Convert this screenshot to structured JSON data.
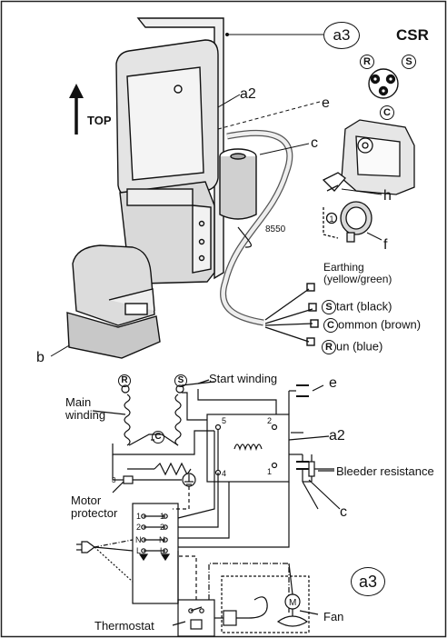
{
  "header": {
    "title": "CSR",
    "top_label": "TOP"
  },
  "callouts": {
    "a3_top": "a3",
    "a2_top": "a2",
    "e_top": "e",
    "c_top": "c",
    "h": "h",
    "f": "f",
    "b": "b",
    "number_8550": "8550",
    "a3_bottom": "a3"
  },
  "terminal_letters": {
    "r": "R",
    "s": "S",
    "c": "C"
  },
  "cable_legend": {
    "earthing_line1": "Earthing",
    "earthing_line2": "(yellow/green)",
    "start": "tart (black)",
    "common": "ommon (brown)",
    "run": "un (blue)"
  },
  "schematic": {
    "main_winding_line1": "Main",
    "main_winding_line2": "winding",
    "start_winding": "Start winding",
    "e": "e",
    "a2": "a2",
    "bleeder": "Bleeder resistance",
    "c": "c",
    "motor_protector_line1": "Motor",
    "motor_protector_line2": "protector",
    "thermostat": "Thermostat",
    "fan": "Fan",
    "relay_pins": [
      "5",
      "2",
      "4",
      "1"
    ],
    "terminal_block_rows": [
      "1",
      "2",
      "N",
      "L",
      "1",
      "2",
      "N",
      "L"
    ]
  }
}
